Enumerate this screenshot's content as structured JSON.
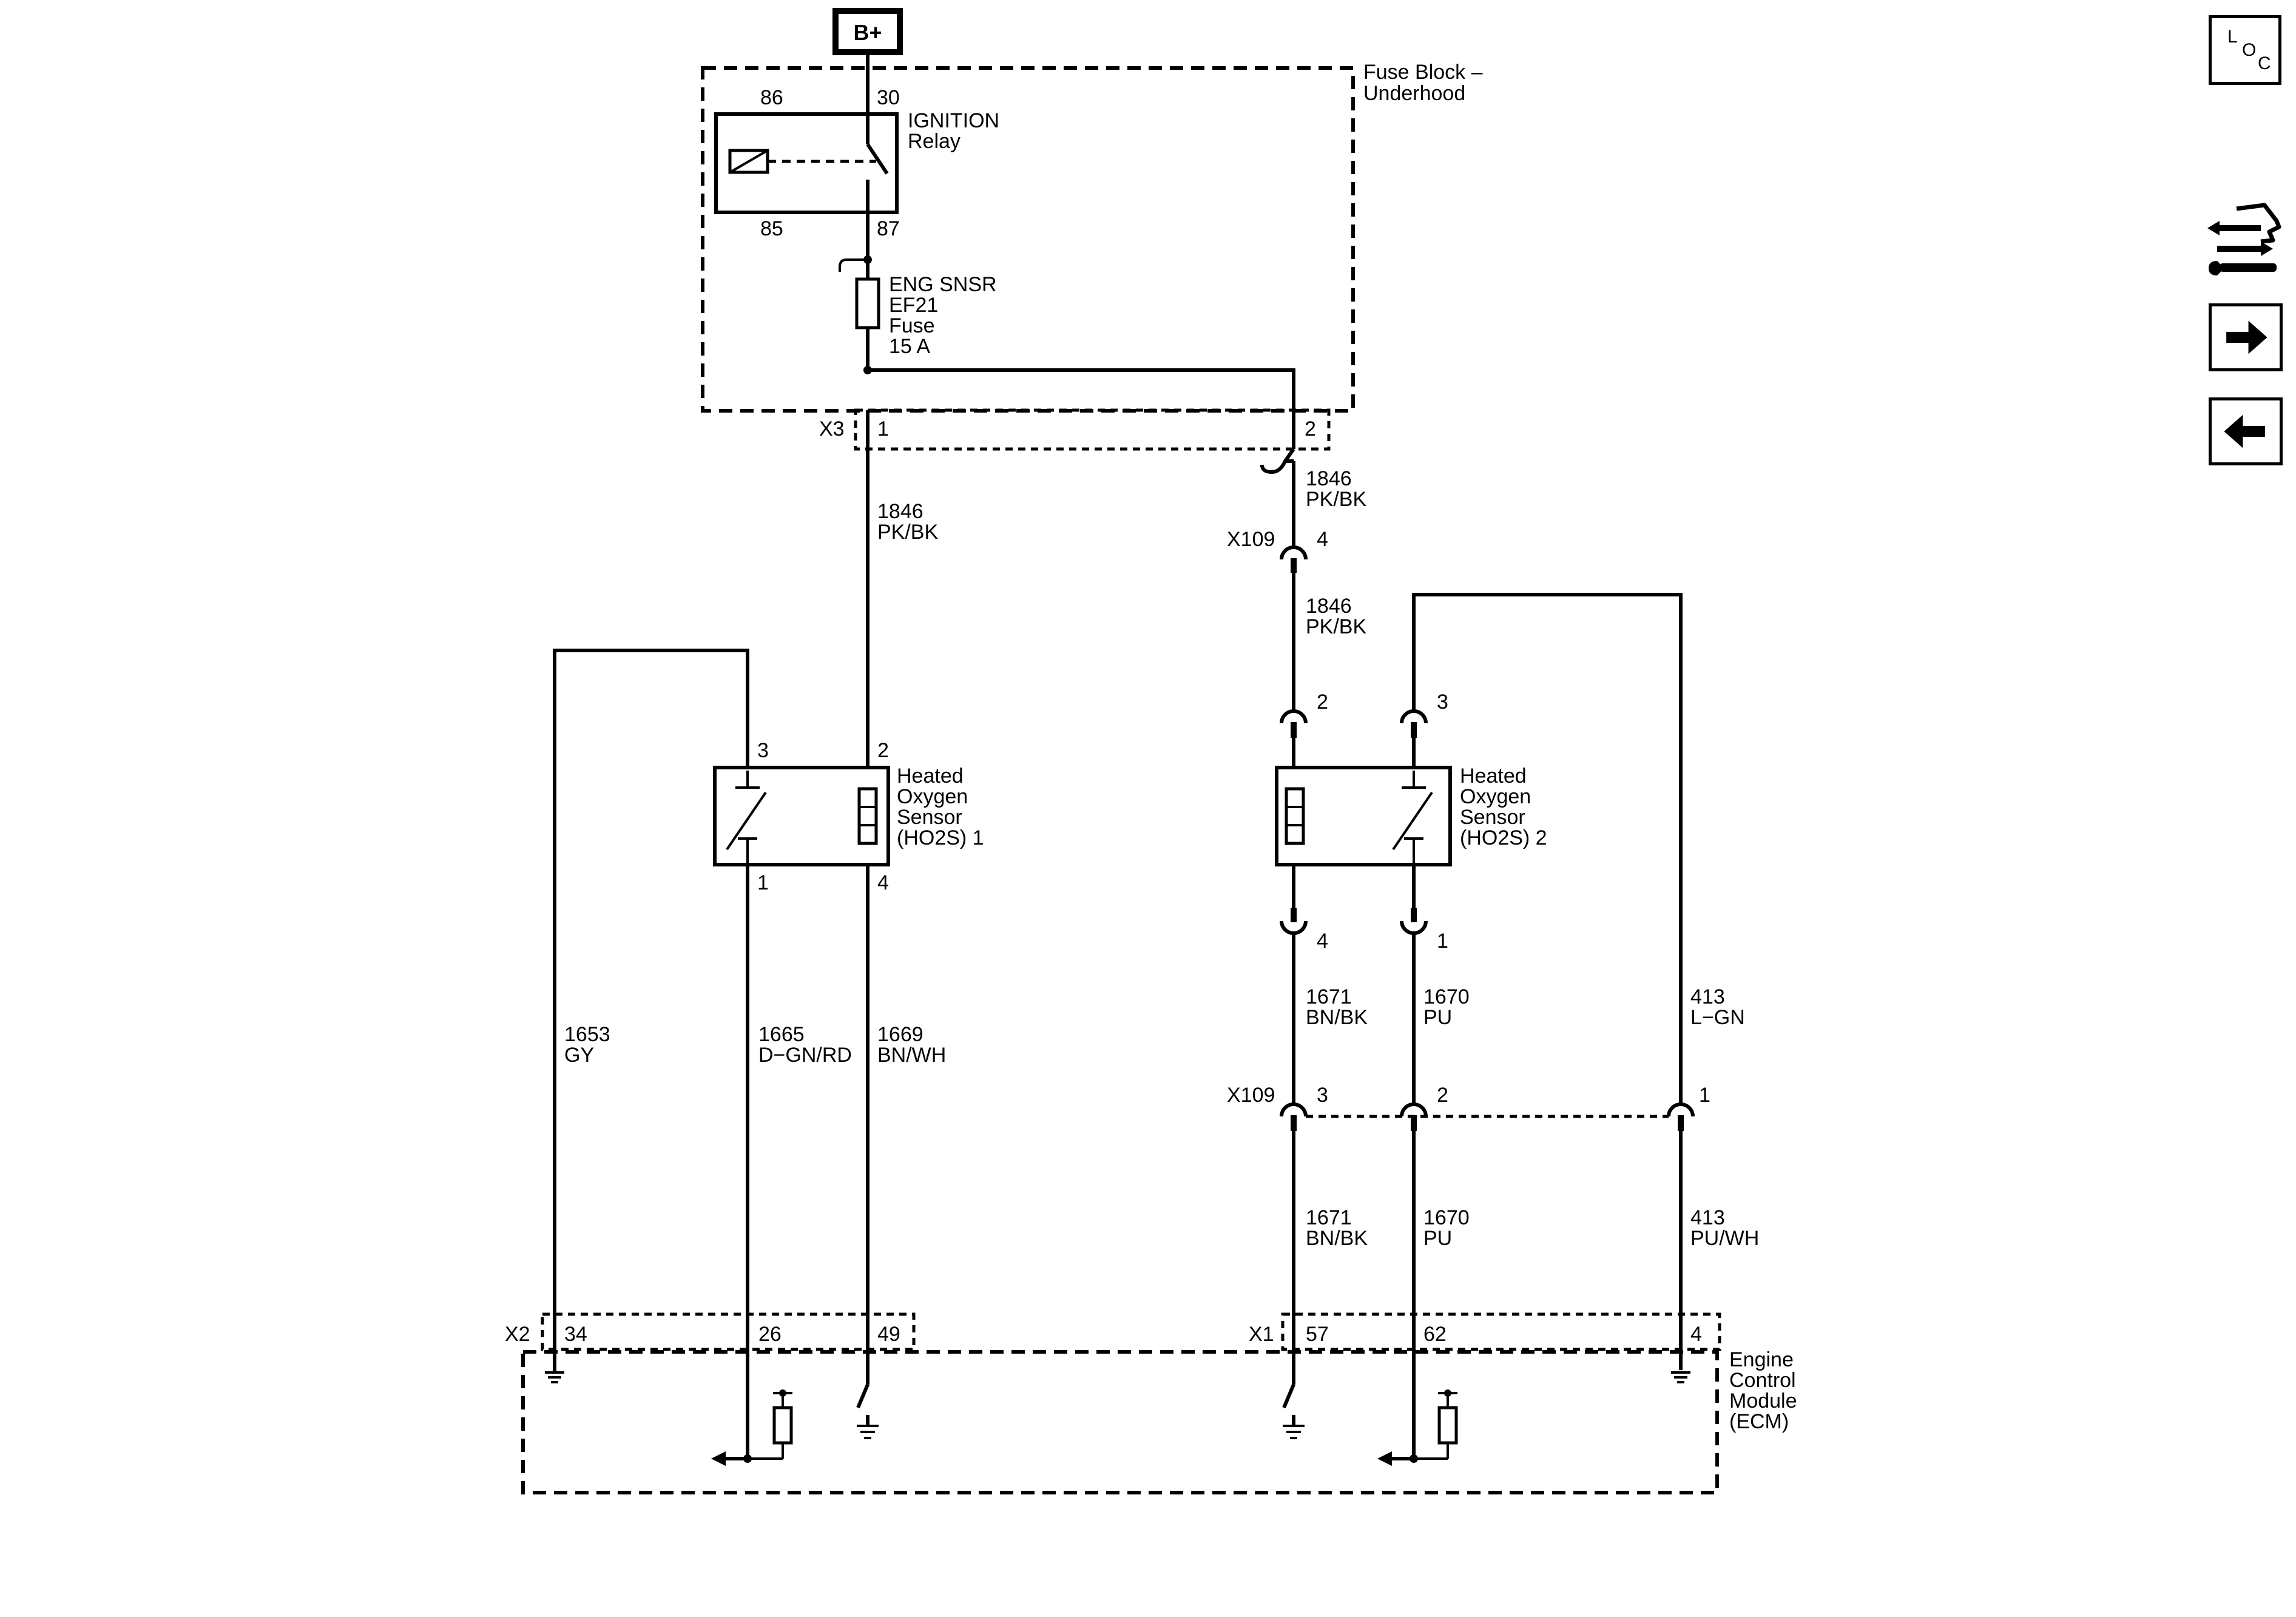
{
  "power": {
    "source": "B+"
  },
  "fuse_block": {
    "title_line1": "Fuse Block –",
    "title_line2": "Underhood",
    "relay": {
      "name_line1": "IGNITION",
      "name_line2": "Relay",
      "pin_86": "86",
      "pin_30": "30",
      "pin_85": "85",
      "pin_87": "87"
    },
    "fuse": {
      "line1": "ENG SNSR",
      "line2": "EF21",
      "line3": "Fuse",
      "line4": "15 A"
    },
    "connector": {
      "name": "X3",
      "pin_1": "1",
      "pin_2": "2"
    }
  },
  "wires": {
    "w1846_a": {
      "circuit": "1846",
      "color": "PK/BK"
    },
    "w1846_b": {
      "circuit": "1846",
      "color": "PK/BK"
    },
    "w1846_c": {
      "circuit": "1846",
      "color": "PK/BK"
    },
    "w1653": {
      "circuit": "1653",
      "color": "GY"
    },
    "w1665": {
      "circuit": "1665",
      "color": "D−GN/RD"
    },
    "w1669": {
      "circuit": "1669",
      "color": "BN/WH"
    },
    "w1671_a": {
      "circuit": "1671",
      "color": "BN/BK"
    },
    "w1670_a": {
      "circuit": "1670",
      "color": "PU"
    },
    "w413_a": {
      "circuit": "413",
      "color": "L−GN"
    },
    "w1671_b": {
      "circuit": "1671",
      "color": "BN/BK"
    },
    "w1670_b": {
      "circuit": "1670",
      "color": "PU"
    },
    "w413_b": {
      "circuit": "413",
      "color": "PU/WH"
    }
  },
  "inline_connector_x109": {
    "name_top": "X109",
    "pin_top": "4",
    "name_bottom": "X109",
    "pin_3": "3",
    "pin_2": "2",
    "pin_1": "1"
  },
  "ho2s1": {
    "line1": "Heated",
    "line2": "Oxygen",
    "line3": "Sensor",
    "line4": "(HO2S) 1",
    "pin_3": "3",
    "pin_2": "2",
    "pin_1": "1",
    "pin_4": "4"
  },
  "ho2s2": {
    "line1": "Heated",
    "line2": "Oxygen",
    "line3": "Sensor",
    "line4": "(HO2S) 2",
    "pin_2": "2",
    "pin_3": "3",
    "pin_4": "4",
    "pin_1": "1"
  },
  "ecm": {
    "line1": "Engine",
    "line2": "Control",
    "line3": "Module",
    "line4": "(ECM)",
    "x2": {
      "name": "X2",
      "pin_34": "34",
      "pin_26": "26",
      "pin_49": "49"
    },
    "x1": {
      "name": "X1",
      "pin_57": "57",
      "pin_62": "62",
      "pin_4": "4"
    }
  },
  "nav": {
    "loc": {
      "l": "L",
      "o": "O",
      "c": "C"
    }
  }
}
